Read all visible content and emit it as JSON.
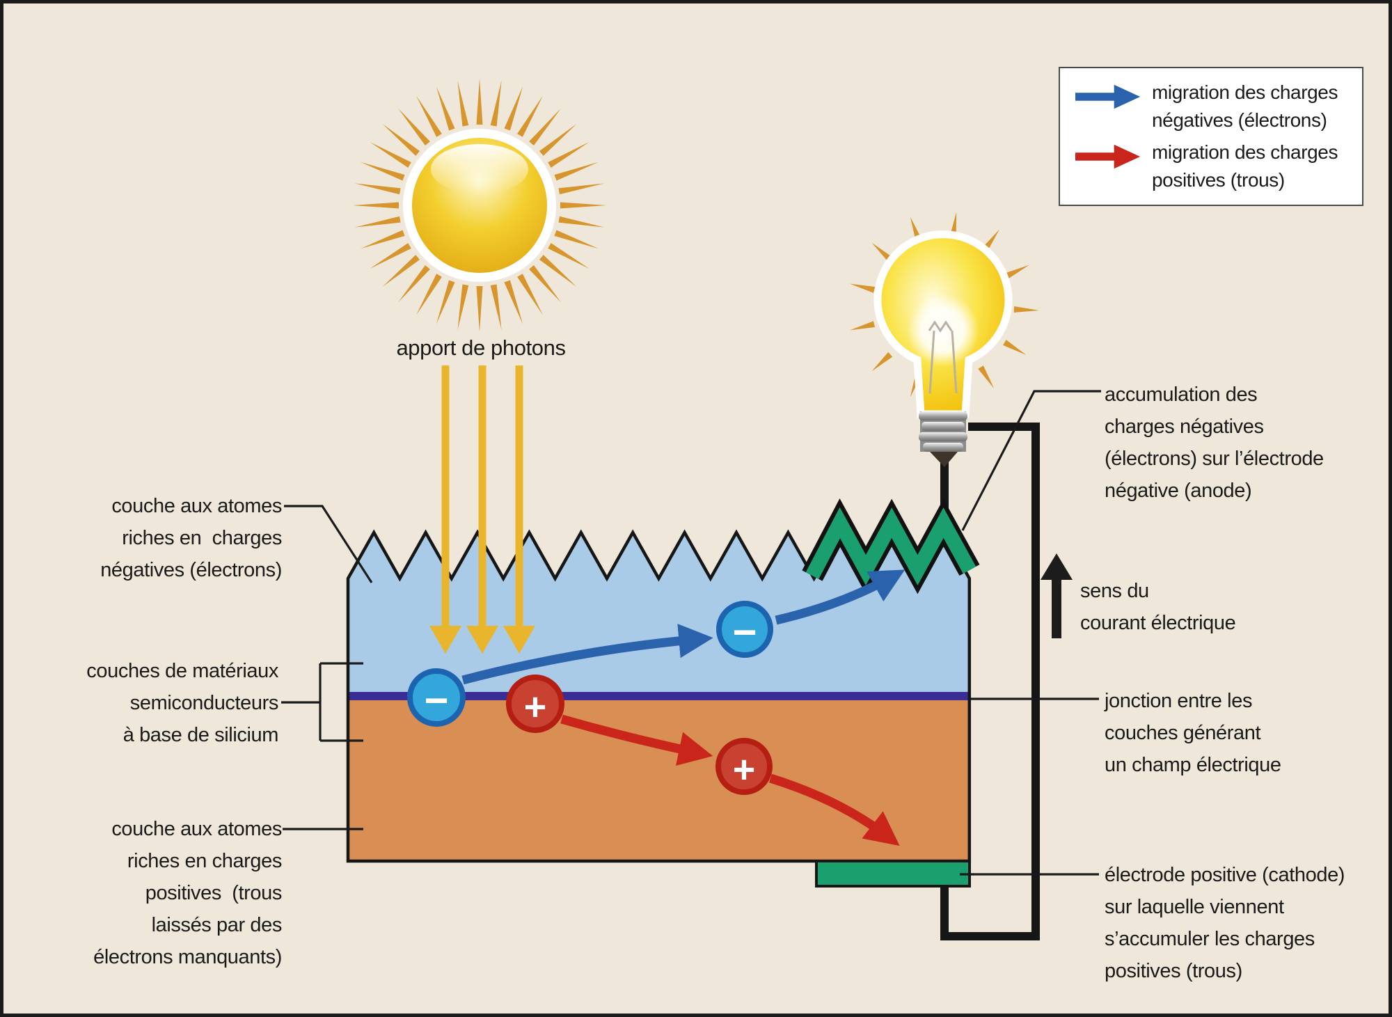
{
  "palette": {
    "background": "#efe8da",
    "frame": "#1c1c1c",
    "n_layer_blue": "#a9cbe8",
    "p_layer_orange": "#d98e53",
    "junction_purple": "#3a2e96",
    "electrode_green": "#1aa06e",
    "photon_gold": "#e9b52d",
    "sun_ray_orange": "#d6952d",
    "electron_fill": "#33a7db",
    "electron_stroke": "#1c64b0",
    "hole_fill": "#c94130",
    "hole_stroke": "#b51e12",
    "migration_blue": "#2a62ac",
    "migration_red": "#c9251b",
    "wire_black": "#161616"
  },
  "legend": {
    "items": [
      {
        "label": "migration des charges\nnégatives (électrons)",
        "color": "#2a62ac"
      },
      {
        "label": "migration des charges\npositives (trous)",
        "color": "#c9251b"
      }
    ]
  },
  "sun": {
    "label": "apport de photons"
  },
  "cell": {
    "left_labels": {
      "n_layer": "couche aux atomes\nriches en  charges\nnégatives (électrons)",
      "semiconductor": "couches de matériaux\nsemiconducteurs\nà base de silicium",
      "p_layer": "couche aux atomes\nriches en charges\npositives  (trous\nlaissés par des\nélectrons manquants)"
    },
    "right_labels": {
      "accumulation": "accumulation des\ncharges négatives\n(électrons) sur l’électrode\nnégative (anode)",
      "junction": "jonction entre les\ncouches générant\nun champ électrique",
      "positive_electrode": "électrode positive (cathode)\nsur laquelle viennent\ns’accumuler les charges\npositives (trous)"
    },
    "current_direction": "sens du\ncourant électrique"
  },
  "charges": {
    "minus": "−",
    "plus": "+"
  }
}
